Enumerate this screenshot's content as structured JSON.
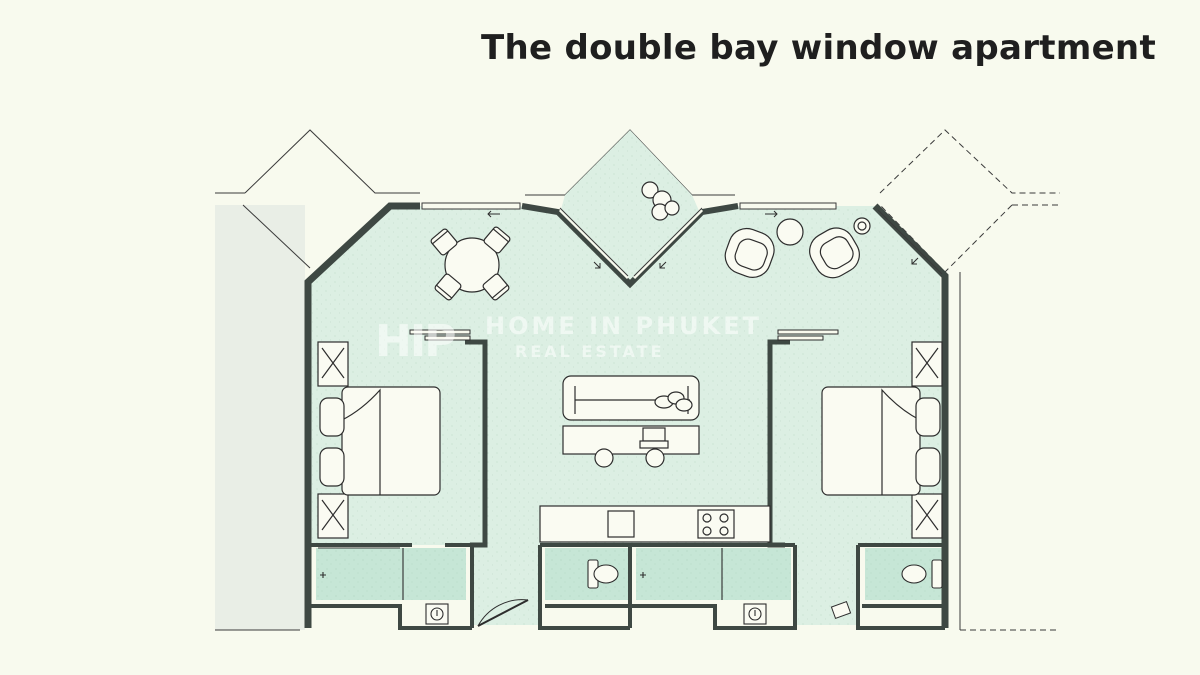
{
  "title": "The double bay window apartment",
  "watermark": {
    "logo": "HIP",
    "line1": "HOME IN PHUKET",
    "line2": "REAL ESTATE"
  },
  "colors": {
    "background": "#f8faee",
    "floor": "#dcefe3",
    "bathroom_floor": "#c6e6d6",
    "wall": "#58645e",
    "line": "#2d2d2d",
    "furniture_fill": "#fafbf2"
  }
}
